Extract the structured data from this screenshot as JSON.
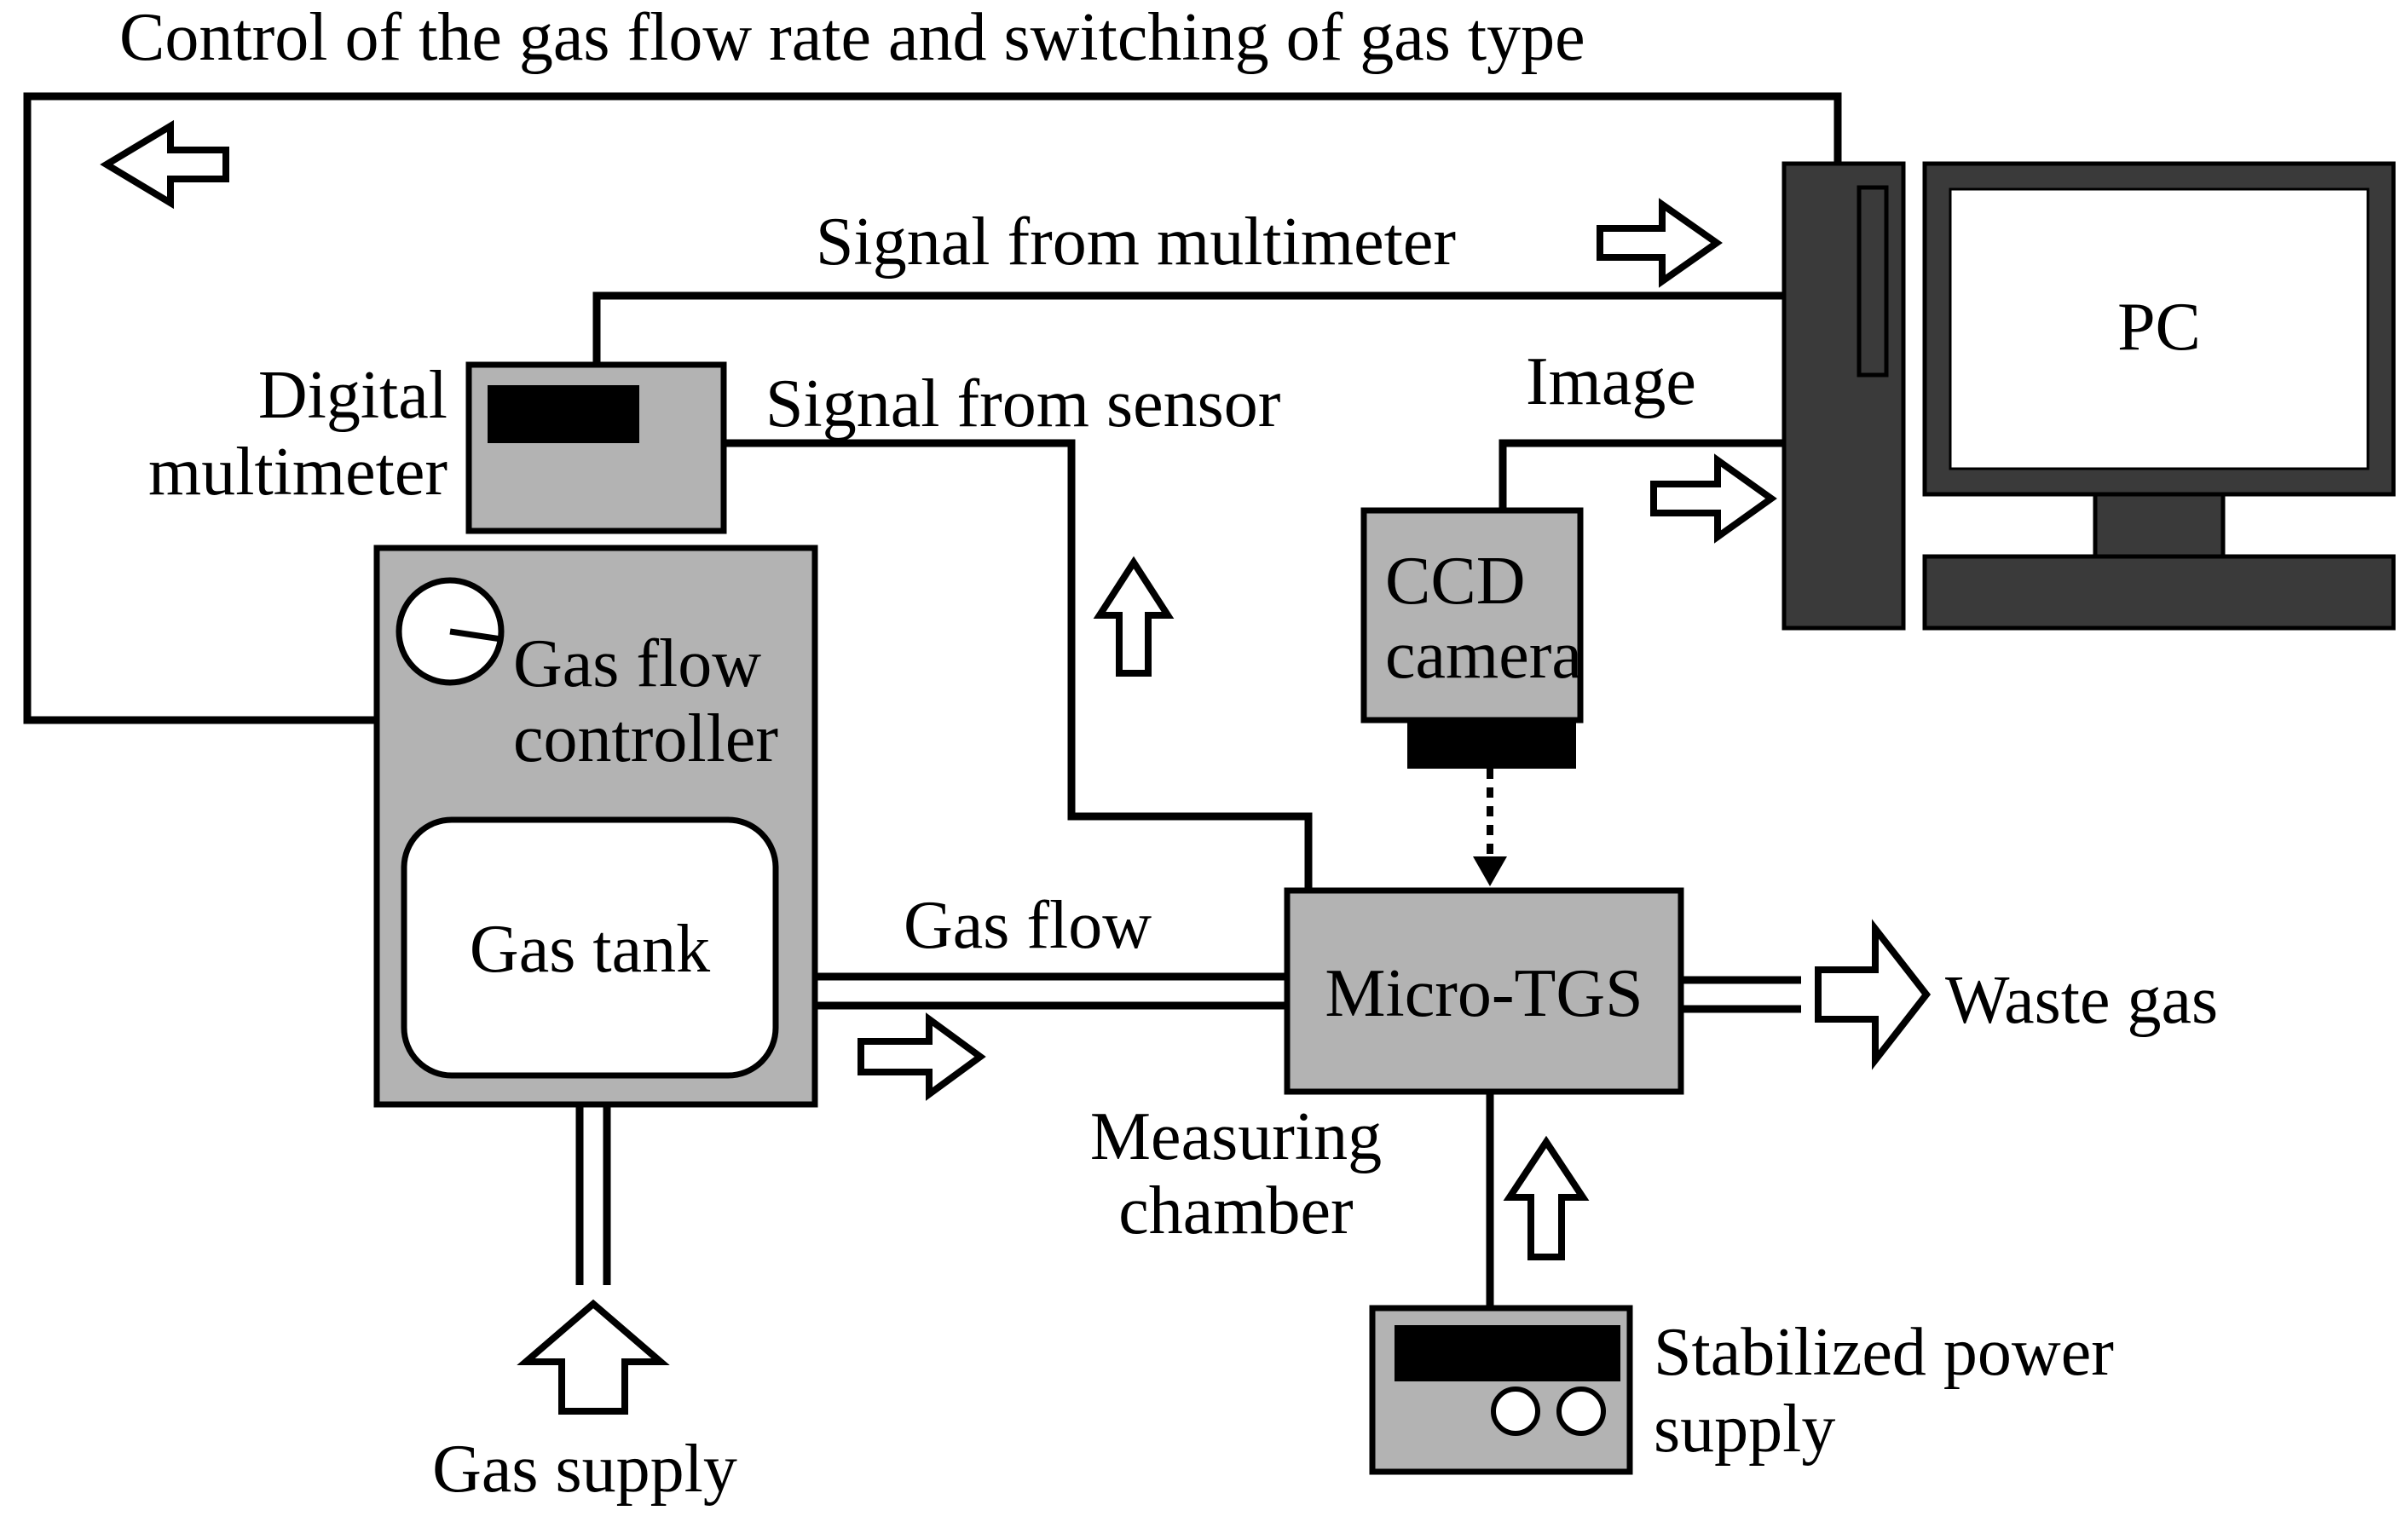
{
  "labels": {
    "top_control": "Control of the gas flow rate and switching of gas type",
    "signal_multimeter": "Signal from multimeter",
    "signal_sensor": "Signal from sensor",
    "image": "Image",
    "digital_multimeter_1": "Digital",
    "digital_multimeter_2": "multimeter",
    "gas_flow_controller_1": "Gas flow",
    "gas_flow_controller_2": "controller",
    "gas_tank": "Gas tank",
    "gas_flow": "Gas flow",
    "micro_tgs": "Micro-TGS",
    "waste_gas": "Waste gas",
    "measuring_chamber_1": "Measuring",
    "measuring_chamber_2": "chamber",
    "ccd_camera_1": "CCD",
    "ccd_camera_2": "camera",
    "pc": "PC",
    "stabilized_power_1": "Stabilized power",
    "stabilized_power_2": "supply",
    "gas_supply": "Gas supply"
  },
  "colors": {
    "box_fill": "#b3b3b3",
    "dark_fill": "#3a3a3a",
    "display_fill": "#000000",
    "line": "#000000",
    "background": "#ffffff"
  }
}
